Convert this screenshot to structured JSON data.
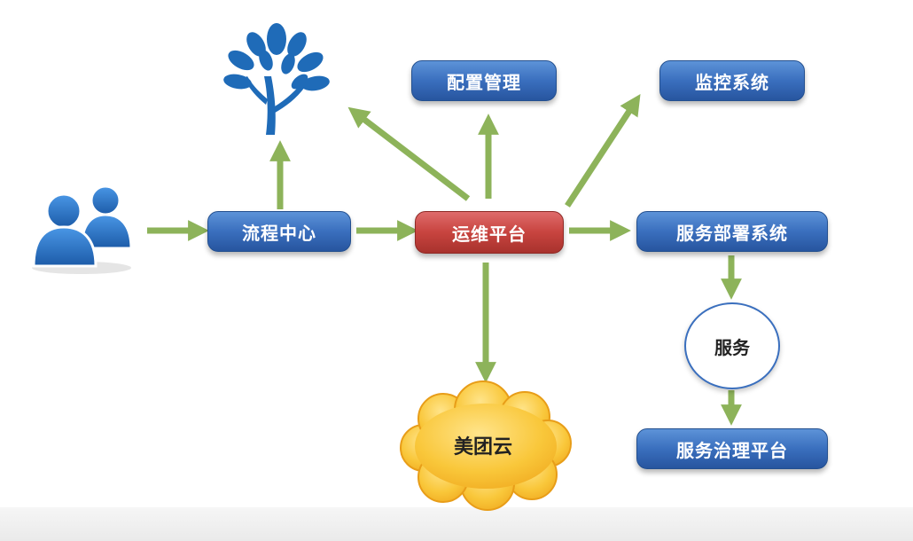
{
  "nodes": {
    "process_center": "流程中心",
    "ops_platform": "运维平台",
    "config_management": "配置管理",
    "monitoring_system": "监控系统",
    "service_deployment": "服务部署系统",
    "service": "服务",
    "service_governance": "服务治理平台",
    "meituan_cloud": "美团云"
  },
  "colors": {
    "node_blue": "#3a6fbe",
    "node_red": "#c8443f",
    "arrow_green": "#8db35a",
    "tree_blue": "#1f6bb8",
    "users_blue": "#2e76c8",
    "cloud_yellow": "#f7bf2e"
  },
  "icons": {
    "users": "users-icon",
    "tree": "tree-icon",
    "cloud": "cloud-icon"
  }
}
